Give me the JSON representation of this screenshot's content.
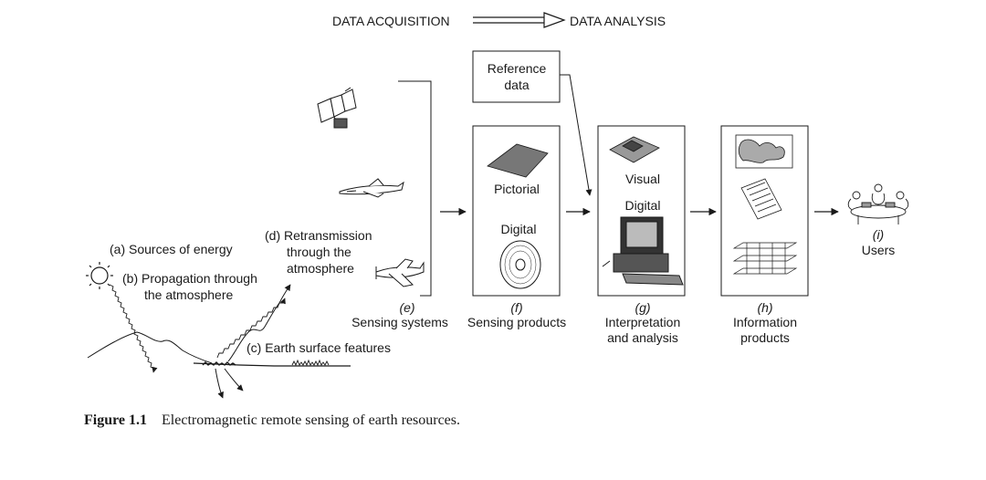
{
  "header": {
    "left": "DATA ACQUISITION",
    "right": "DATA ANALYSIS"
  },
  "labels": {
    "a": "(a) Sources of energy",
    "b_1": "(b) Propagation through",
    "b_2": "the atmosphere",
    "c": "(c) Earth surface features",
    "d_1": "(d) Retransmission",
    "d_2": "through the",
    "d_3": "atmosphere"
  },
  "stages": {
    "e_letter": "(e)",
    "e_name": "Sensing systems",
    "f_letter": "(f)",
    "f_name": "Sensing products",
    "f_pictorial": "Pictorial",
    "f_digital": "Digital",
    "g_letter": "(g)",
    "g_name_1": "Interpretation",
    "g_name_2": "and analysis",
    "g_visual": "Visual",
    "g_digital": "Digital",
    "h_letter": "(h)",
    "h_name_1": "Information",
    "h_name_2": "products",
    "i_letter": "(i)",
    "i_name": "Users"
  },
  "reference": {
    "line1": "Reference",
    "line2": "data"
  },
  "caption": {
    "number": "Figure 1.1",
    "text": "Electromagnetic remote sensing of earth resources."
  }
}
